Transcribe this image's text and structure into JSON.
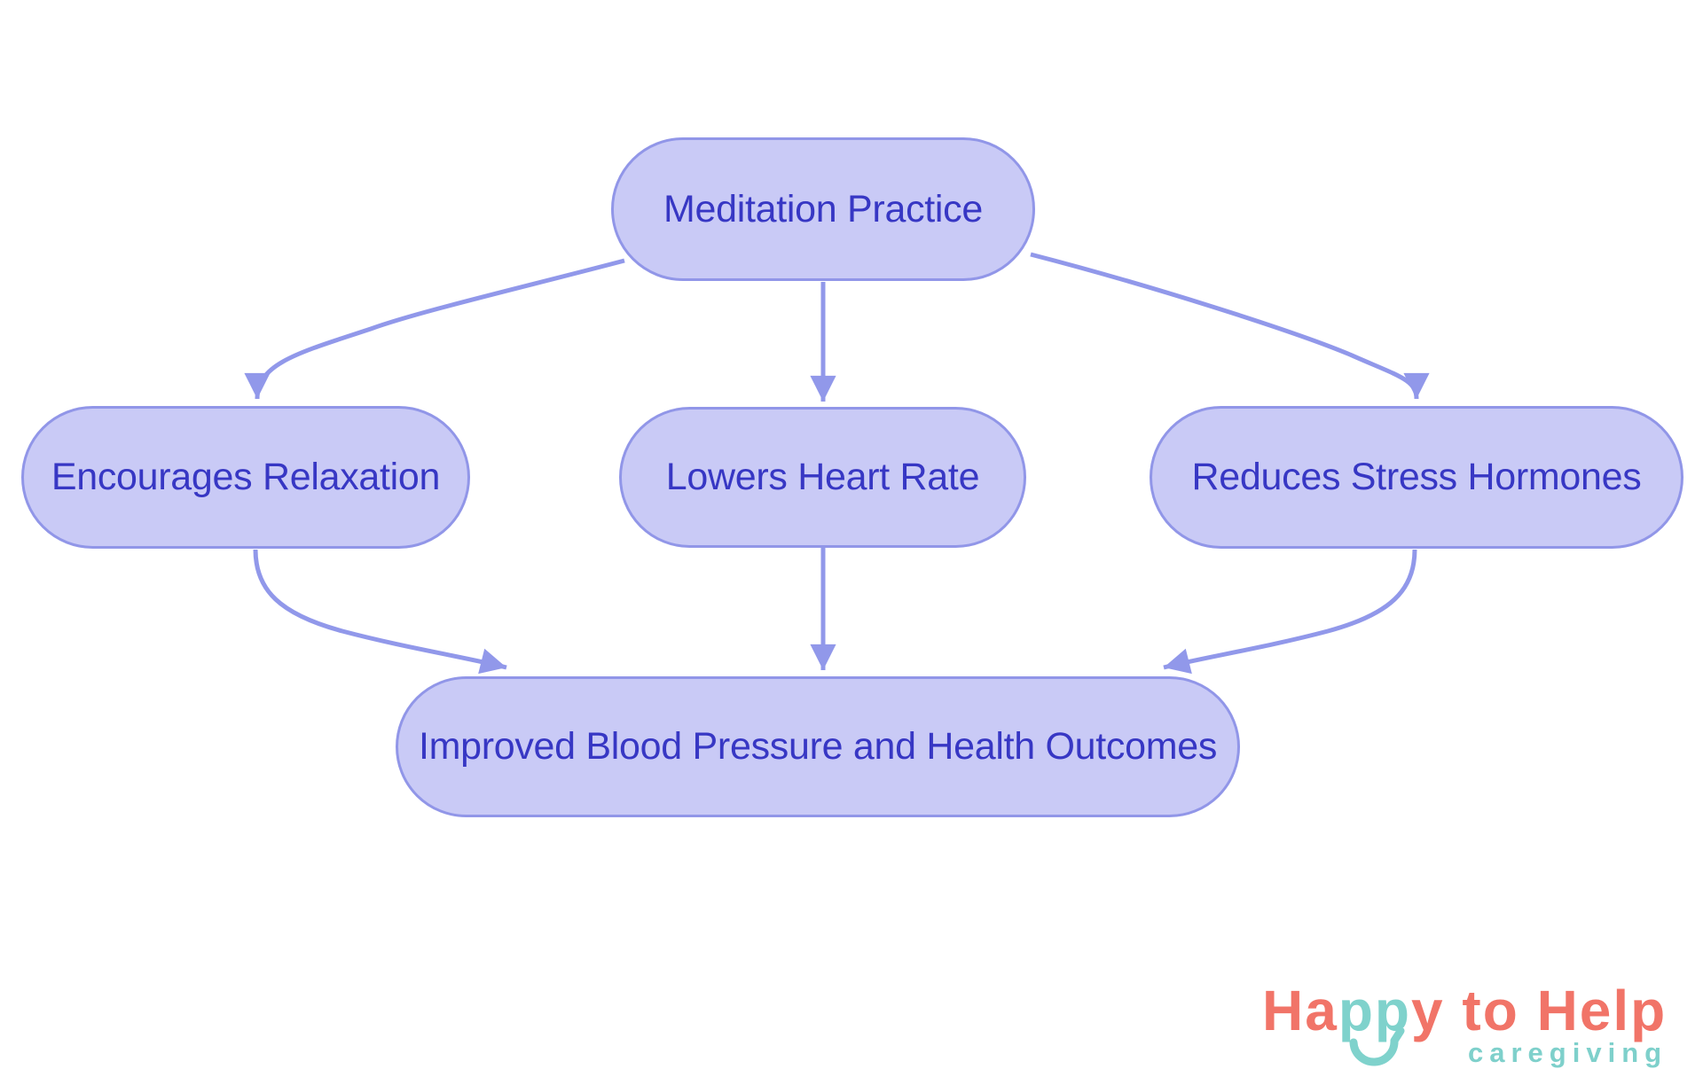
{
  "diagram": {
    "title_hint": "Meditation benefits flowchart",
    "nodes": [
      {
        "id": "meditation",
        "label": "Meditation Practice"
      },
      {
        "id": "relaxation",
        "label": "Encourages Relaxation"
      },
      {
        "id": "heart",
        "label": "Lowers Heart Rate"
      },
      {
        "id": "hormones",
        "label": "Reduces Stress Hormones"
      },
      {
        "id": "outcomes",
        "label": "Improved Blood Pressure and Health Outcomes"
      }
    ],
    "edges": [
      {
        "from": "meditation",
        "to": "relaxation"
      },
      {
        "from": "meditation",
        "to": "heart"
      },
      {
        "from": "meditation",
        "to": "hormones"
      },
      {
        "from": "relaxation",
        "to": "outcomes"
      },
      {
        "from": "heart",
        "to": "outcomes"
      },
      {
        "from": "hormones",
        "to": "outcomes"
      }
    ],
    "colors": {
      "node_fill": "#c9caf6",
      "node_border": "#9196e8",
      "node_text": "#3737c4",
      "edge": "#9198ea"
    }
  },
  "logo": {
    "word_start": "Ha",
    "word_mid": "pp",
    "word_end": "y to Help",
    "subtitle": "caregiving",
    "colors": {
      "coral": "#f17468",
      "teal": "#7fd2cc",
      "subtitle_teal": "#7ed0cb"
    }
  }
}
